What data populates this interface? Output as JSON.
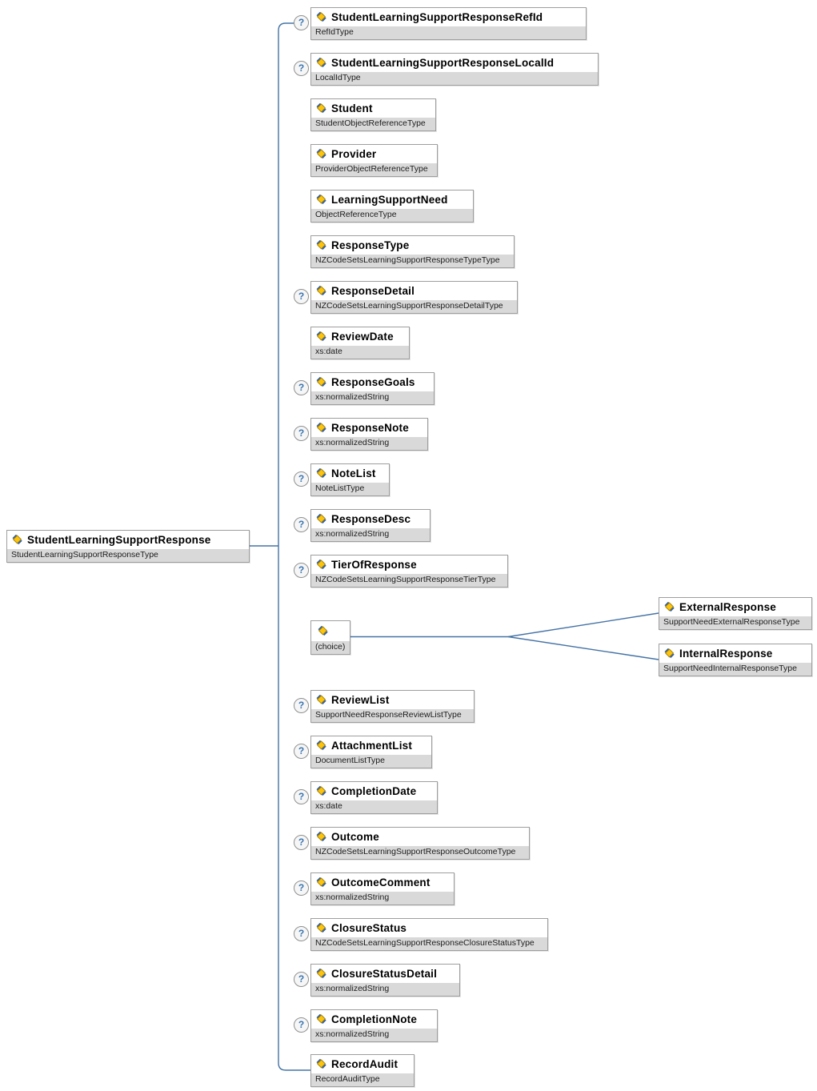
{
  "root": {
    "name": "StudentLearningSupportResponse",
    "type": "StudentLearningSupportResponseType"
  },
  "elements": [
    {
      "name": "StudentLearningSupportResponseRefId",
      "type": "RefIdType",
      "optional": true
    },
    {
      "name": "StudentLearningSupportResponseLocalId",
      "type": "LocalIdType",
      "optional": true
    },
    {
      "name": "Student",
      "type": "StudentObjectReferenceType",
      "optional": false
    },
    {
      "name": "Provider",
      "type": "ProviderObjectReferenceType",
      "optional": false
    },
    {
      "name": "LearningSupportNeed",
      "type": "ObjectReferenceType",
      "optional": false
    },
    {
      "name": "ResponseType",
      "type": "NZCodeSetsLearningSupportResponseTypeType",
      "optional": false
    },
    {
      "name": "ResponseDetail",
      "type": "NZCodeSetsLearningSupportResponseDetailType",
      "optional": true
    },
    {
      "name": "ReviewDate",
      "type": "xs:date",
      "optional": false
    },
    {
      "name": "ResponseGoals",
      "type": "xs:normalizedString",
      "optional": true
    },
    {
      "name": "ResponseNote",
      "type": "xs:normalizedString",
      "optional": true
    },
    {
      "name": "NoteList",
      "type": "NoteListType",
      "optional": true
    },
    {
      "name": "ResponseDesc",
      "type": "xs:normalizedString",
      "optional": true
    },
    {
      "name": "TierOfResponse",
      "type": "NZCodeSetsLearningSupportResponseTierType",
      "optional": true
    },
    {
      "name": "ReviewList",
      "type": "SupportNeedResponseReviewListType",
      "optional": true
    },
    {
      "name": "AttachmentList",
      "type": "DocumentListType",
      "optional": true
    },
    {
      "name": "CompletionDate",
      "type": "xs:date",
      "optional": true
    },
    {
      "name": "Outcome",
      "type": "NZCodeSetsLearningSupportResponseOutcomeType",
      "optional": true
    },
    {
      "name": "OutcomeComment",
      "type": "xs:normalizedString",
      "optional": true
    },
    {
      "name": "ClosureStatus",
      "type": "NZCodeSetsLearningSupportResponseClosureStatusType",
      "optional": true
    },
    {
      "name": "ClosureStatusDetail",
      "type": "xs:normalizedString",
      "optional": true
    },
    {
      "name": "CompletionNote",
      "type": "xs:normalizedString",
      "optional": true
    },
    {
      "name": "RecordAudit",
      "type": "RecordAuditType",
      "optional": false
    }
  ],
  "choice": {
    "label": "(choice)"
  },
  "choice_branches": [
    {
      "name": "ExternalResponse",
      "type": "SupportNeedExternalResponseType"
    },
    {
      "name": "InternalResponse",
      "type": "SupportNeedInternalResponseType"
    }
  ],
  "optional_glyph": "?",
  "colors": {
    "connector": "#4573a5",
    "box_border": "#9e9e9e",
    "type_band": "#d9d9d9",
    "icon_blue": "#2f5fae",
    "icon_gold": "#fcc40f",
    "optional_mark": "#3a75b0"
  }
}
